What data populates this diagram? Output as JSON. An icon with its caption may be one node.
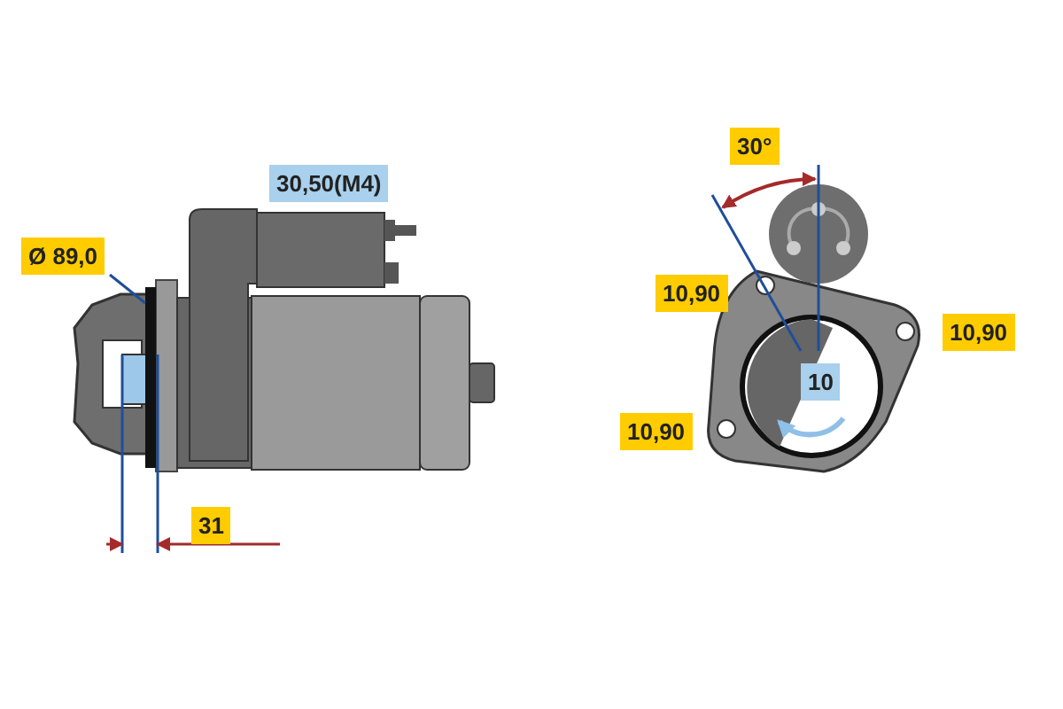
{
  "diagram": {
    "nodes": [
      {
        "text": [
          "Ø 89,0"
        ]
      },
      {
        "text": [],
        "shape": "bar"
      }
    ],
    "edges": [
      {
        "from": 0,
        "to": 1,
        "arrow": "none"
      }
    ],
    "labels": [
      "30°",
      "30,50(M4)",
      "10,90",
      "10,90",
      "10",
      "10,90",
      "31"
    ]
  }
}
